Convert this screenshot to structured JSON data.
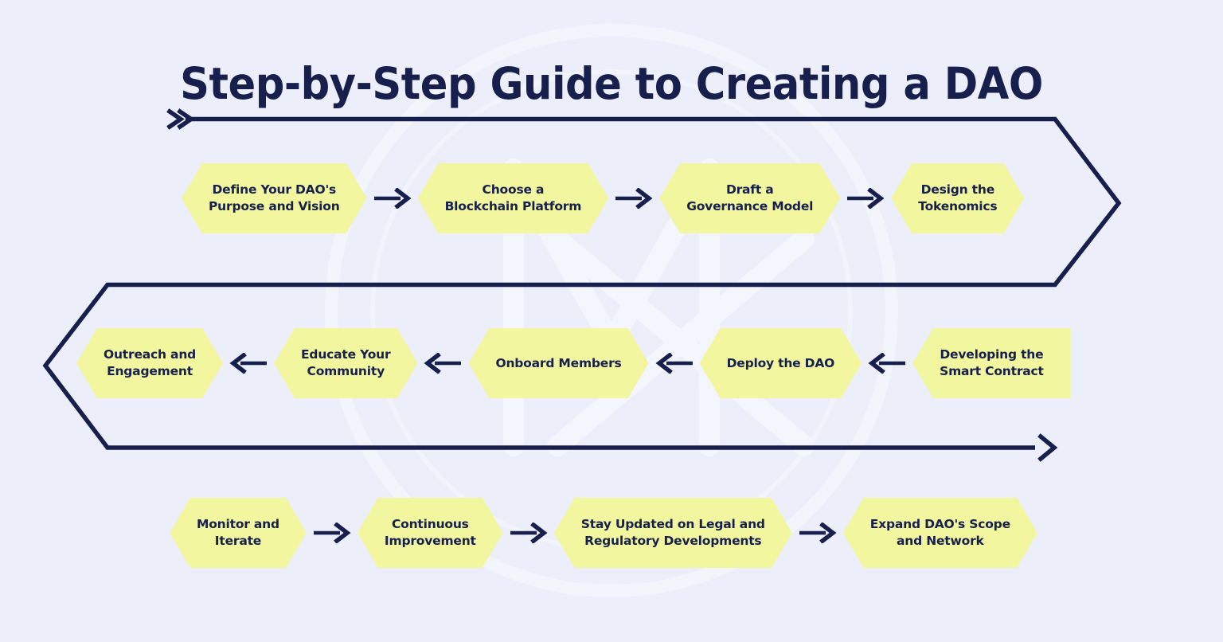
{
  "page": {
    "title": "Step-by-Step Guide to Creating a DAO",
    "background_color": "#eceefa",
    "accent_navy": "#17204d",
    "hex_fill": "#f2f79f",
    "watermark_color": "#f4f6fd"
  },
  "flow": {
    "direction_row_1": "left-to-right",
    "direction_row_2": "right-to-left",
    "direction_row_3": "left-to-right",
    "start_marker_icon": "double-chevron-right-icon",
    "end_marker_icon": "arrow-right-icon",
    "arrow_right_icon": "arrow-right-icon",
    "arrow_left_icon": "arrow-left-icon"
  },
  "rows": [
    {
      "id": "row-1",
      "steps": [
        {
          "label": "Define Your DAO's\nPurpose and Vision"
        },
        {
          "label": "Choose a\nBlockchain Platform"
        },
        {
          "label": "Draft a\nGovernance Model"
        },
        {
          "label": "Design the\nTokenomics"
        }
      ]
    },
    {
      "id": "row-2",
      "steps": [
        {
          "label": "Outreach and\nEngagement"
        },
        {
          "label": "Educate Your\nCommunity"
        },
        {
          "label": "Onboard Members"
        },
        {
          "label": "Deploy the DAO"
        },
        {
          "label": "Developing the\nSmart Contract"
        }
      ]
    },
    {
      "id": "row-3",
      "steps": [
        {
          "label": "Monitor and\nIterate"
        },
        {
          "label": "Continuous\nImprovement"
        },
        {
          "label": "Stay Updated on Legal and\nRegulatory Developments"
        },
        {
          "label": "Expand DAO's Scope\nand Network"
        }
      ]
    }
  ]
}
